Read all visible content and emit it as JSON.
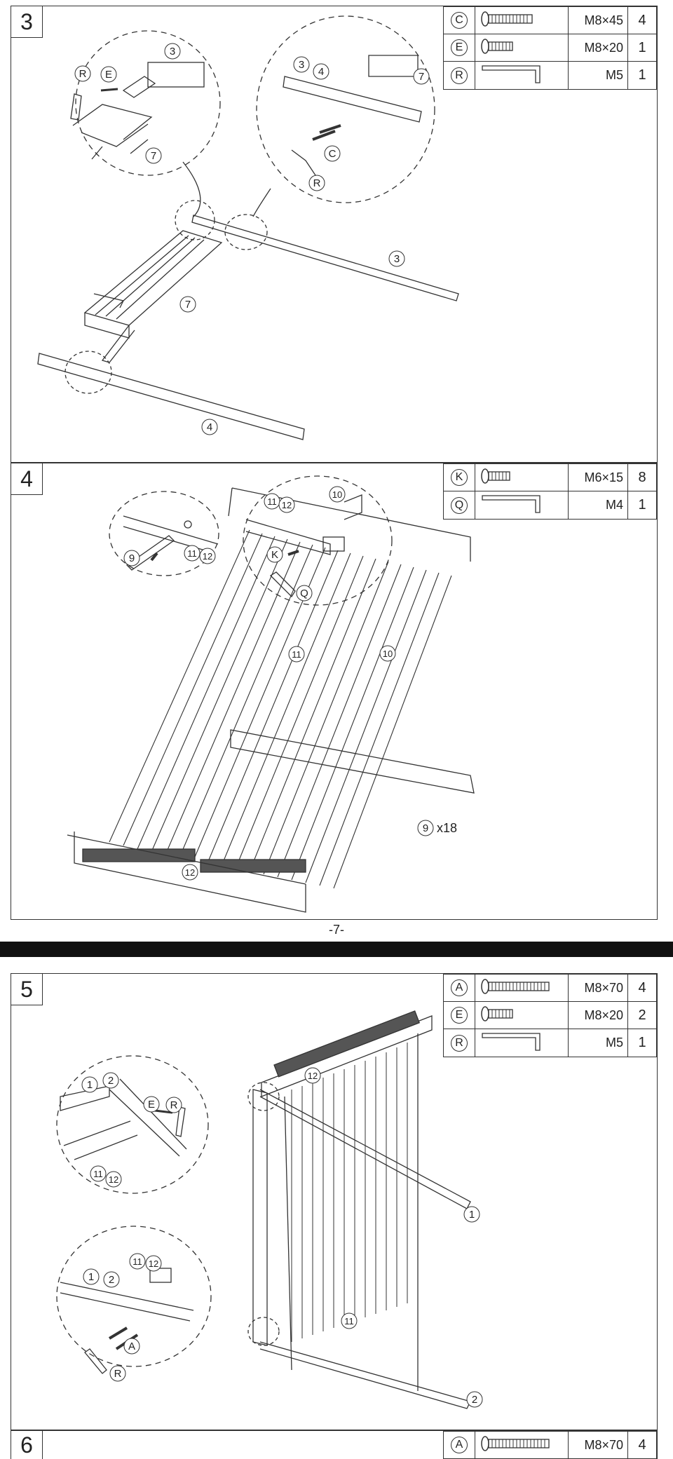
{
  "page_number": "-7-",
  "steps": [
    {
      "number": "3",
      "parts": [
        {
          "letter": "C",
          "size": "M8×45",
          "qty": "4",
          "icon": "long-bolt-icon"
        },
        {
          "letter": "E",
          "size": "M8×20",
          "qty": "1",
          "icon": "short-bolt-icon"
        },
        {
          "letter": "R",
          "size": "M5",
          "qty": "1",
          "icon": "allen-key-icon"
        }
      ],
      "callouts": [
        "3",
        "4",
        "7",
        "C",
        "E",
        "R"
      ]
    },
    {
      "number": "4",
      "parts": [
        {
          "letter": "K",
          "size": "M6×15",
          "qty": "8",
          "icon": "short-bolt-icon"
        },
        {
          "letter": "Q",
          "size": "M4",
          "qty": "1",
          "icon": "allen-key-icon"
        }
      ],
      "callouts": [
        "9",
        "10",
        "11",
        "12",
        "K",
        "Q"
      ],
      "count_label": "x18"
    },
    {
      "number": "5",
      "parts": [
        {
          "letter": "A",
          "size": "M8×70",
          "qty": "4",
          "icon": "long-bolt-icon"
        },
        {
          "letter": "E",
          "size": "M8×20",
          "qty": "2",
          "icon": "short-bolt-icon"
        },
        {
          "letter": "R",
          "size": "M5",
          "qty": "1",
          "icon": "allen-key-icon"
        }
      ],
      "callouts": [
        "1",
        "2",
        "11",
        "12",
        "A",
        "E",
        "R"
      ]
    },
    {
      "number": "6",
      "parts": [
        {
          "letter": "A",
          "size": "M8×70",
          "qty": "4",
          "icon": "long-bolt-icon"
        }
      ]
    }
  ]
}
